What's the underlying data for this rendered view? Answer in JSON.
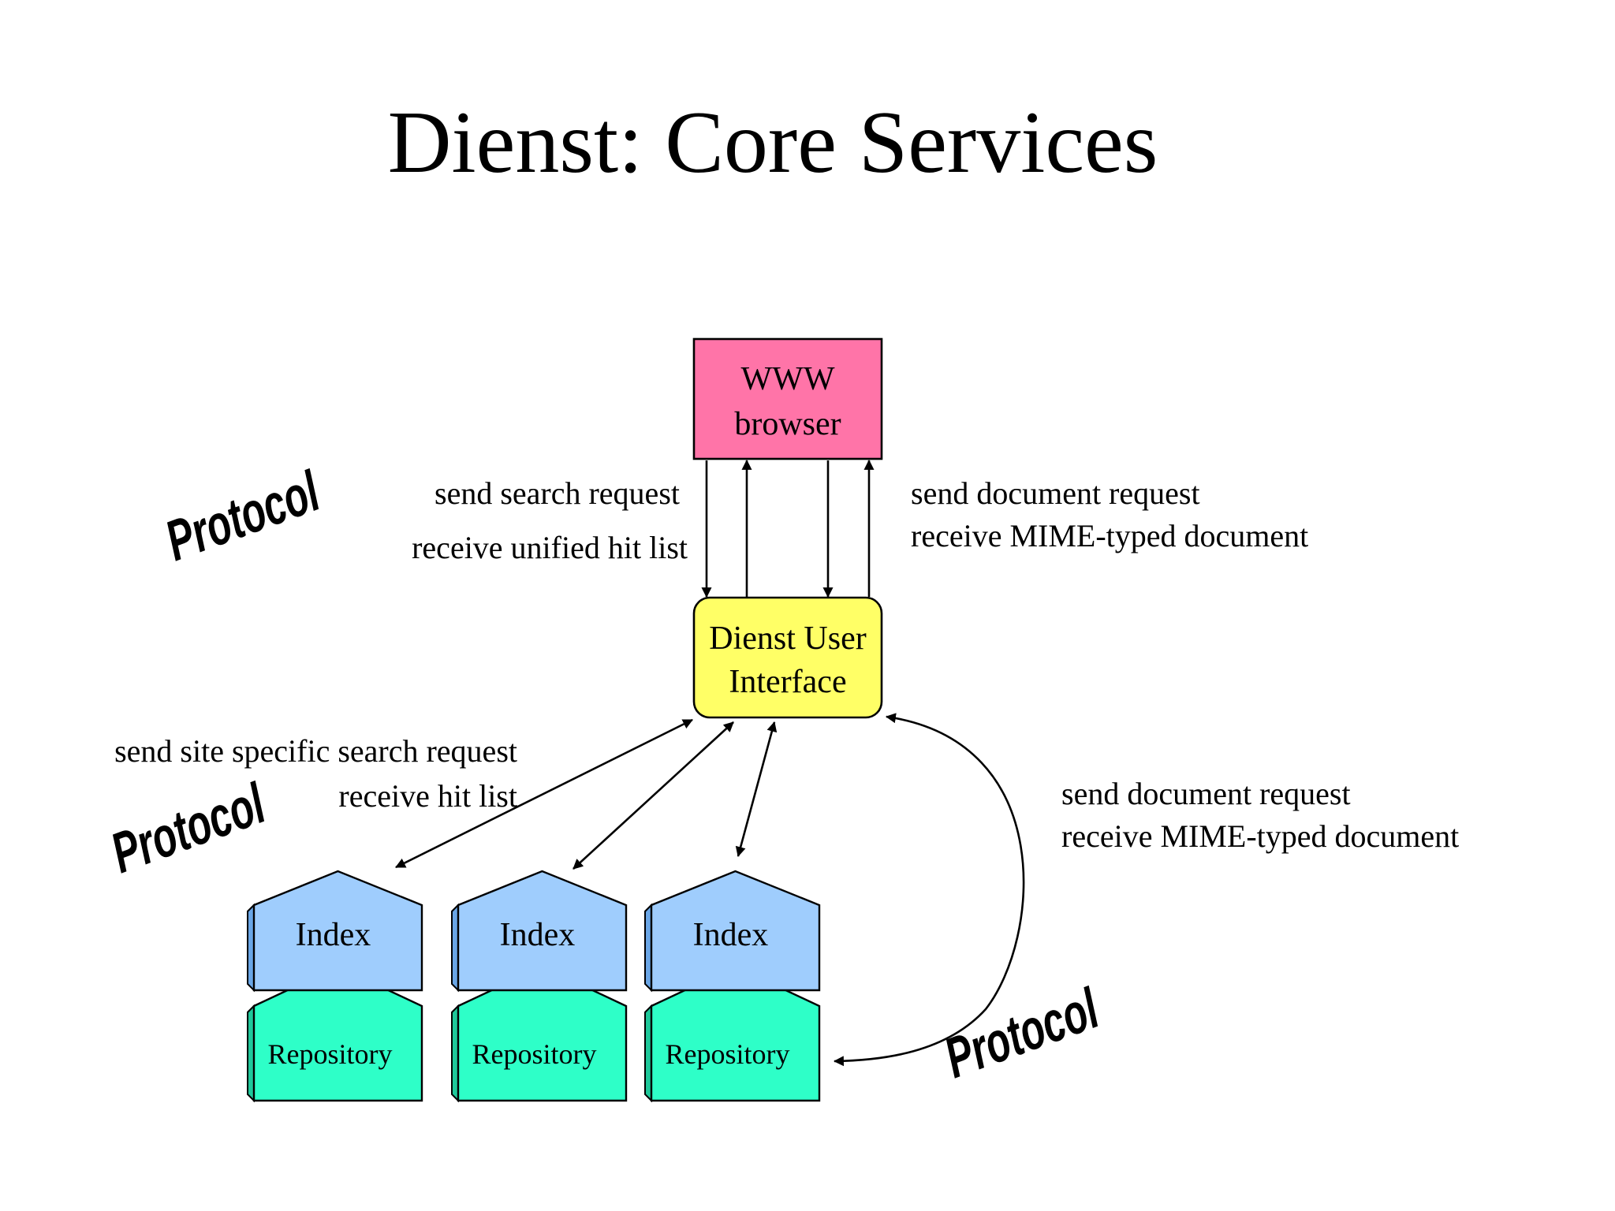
{
  "title": "Dienst: Core Services",
  "colors": {
    "browser_fill": "#ff74a8",
    "ui_fill": "#ffff66",
    "index_fill": "#9fcdfd",
    "index_side": "#6aa6e6",
    "repo_fill": "#2effc8",
    "repo_side": "#1fc89a",
    "stroke": "#000000"
  },
  "nodes": {
    "browser": {
      "line1": "WWW",
      "line2": "browser"
    },
    "user_interface": {
      "line1": "Dienst User",
      "line2": "Interface"
    },
    "index": [
      {
        "label": "Index"
      },
      {
        "label": "Index"
      },
      {
        "label": "Index"
      }
    ],
    "repository": [
      {
        "label": "Repository"
      },
      {
        "label": "Repository"
      },
      {
        "label": "Repository"
      }
    ]
  },
  "edge_labels": {
    "browser_left": {
      "line1": "send search request",
      "line2": "receive unified hit list"
    },
    "browser_right": {
      "line1": "send document request",
      "line2": "receive MIME-typed document"
    },
    "index_side": {
      "line1": "send site specific search request",
      "line2": "receive hit list"
    },
    "repo_side": {
      "line1": "send document request",
      "line2": "receive MIME-typed document"
    }
  },
  "protocol_labels": [
    "Protocol",
    "Protocol",
    "Protocol"
  ]
}
